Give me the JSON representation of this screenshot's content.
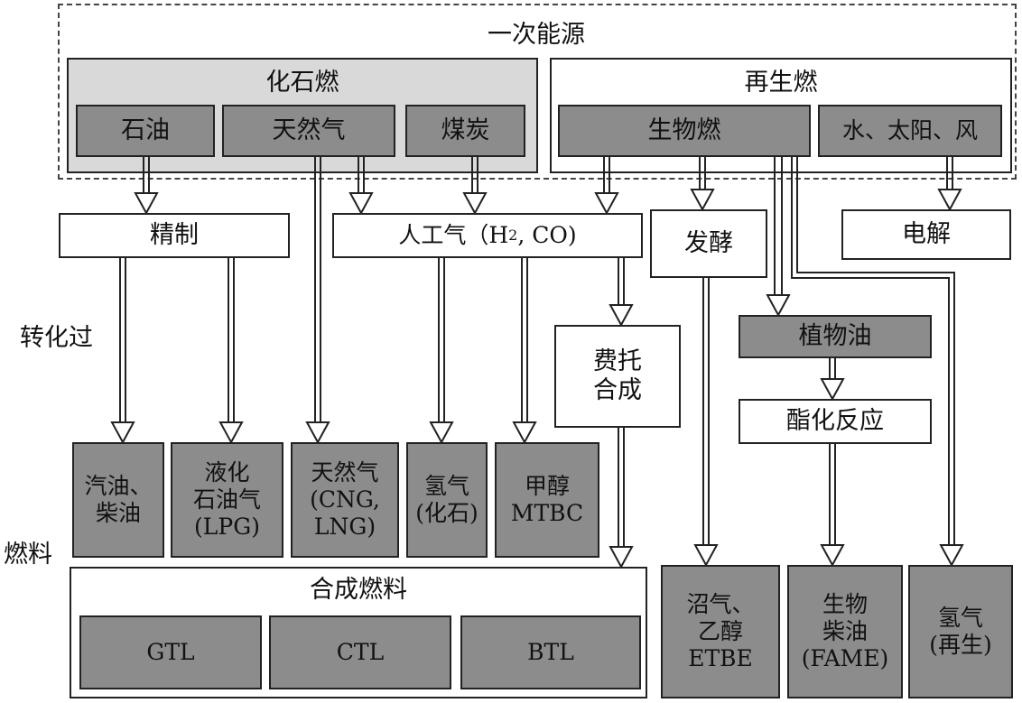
{
  "primary_energy": "一次能源",
  "fossil": {
    "title": "化石燃",
    "oil": "石油",
    "natural_gas": "天然气",
    "coal": "煤炭"
  },
  "renewable": {
    "title": "再生燃",
    "biofuel": "生物燃",
    "water_solar_wind": "水、太阳、风"
  },
  "process": {
    "refining": "精制",
    "syngas_prefix": "人工气（H",
    "syngas_sub": "2",
    "syngas_suffix": ", CO)",
    "fermentation": "发酵",
    "electrolysis": "电解",
    "ft_line1": "费托",
    "ft_line2": "合成",
    "vegetable_oil": "植物油",
    "esterification": "酯化反应"
  },
  "side_labels": {
    "conversion": "转化过",
    "fuel": "燃料"
  },
  "fuels": {
    "gasoline_diesel": [
      "汽油、",
      "柴油"
    ],
    "lpg": [
      "液化",
      "石油气",
      "(LPG)"
    ],
    "cng_lng": [
      "天然气",
      "(CNG,",
      "LNG)"
    ],
    "hydrogen_fossil": [
      "氢气",
      "(化石)"
    ],
    "methanol": [
      "甲醇",
      "MTBC"
    ],
    "biogas_ethanol": [
      "沼气、",
      "乙醇",
      "ETBE"
    ],
    "biodiesel": [
      "生物",
      "柴油",
      "(FAME)"
    ],
    "hydrogen_renewable": [
      "氢气",
      "(再生)"
    ]
  },
  "synthetic": {
    "title": "合成燃料",
    "gtl": "GTL",
    "ctl": "CTL",
    "btl": "BTL"
  }
}
